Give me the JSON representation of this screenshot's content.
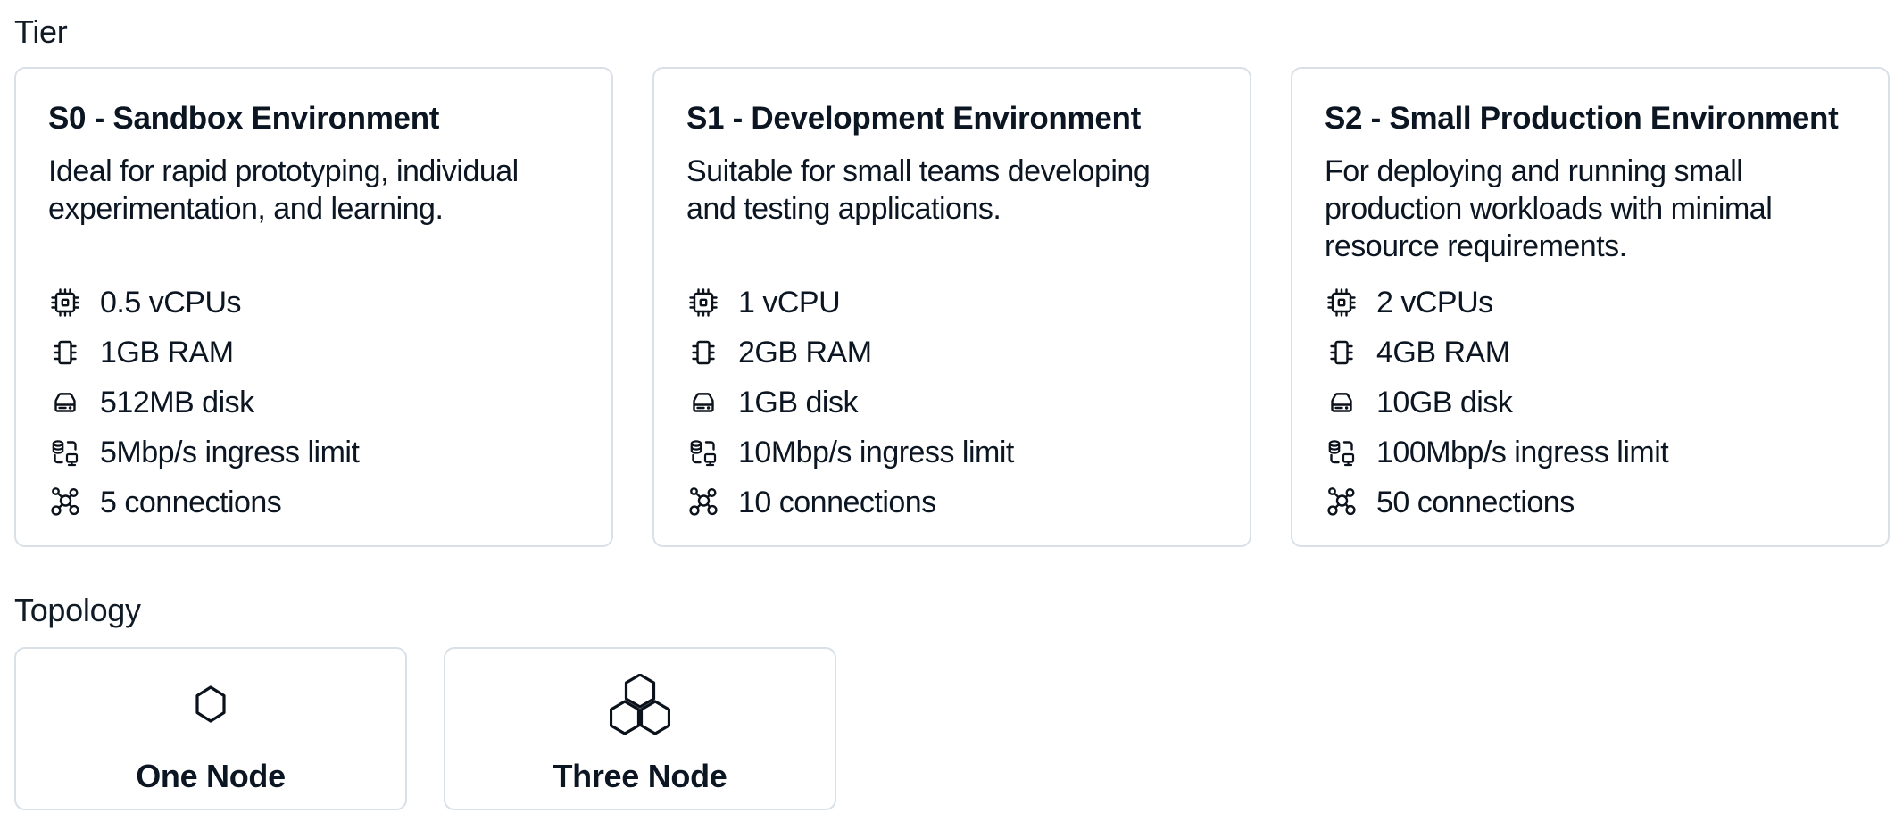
{
  "colors": {
    "background": "#ffffff",
    "card_border": "#d9e0e7",
    "text": "#101b26",
    "icon_stroke": "#0b121b"
  },
  "sections": {
    "tier": {
      "label": "Tier",
      "cards": [
        {
          "title": "S0 - Sandbox Environment",
          "description": "Ideal for rapid prototyping, individual\nexperimentation, and learning.",
          "specs": [
            {
              "icon": "cpu-icon",
              "text": "0.5 vCPUs"
            },
            {
              "icon": "ram-icon",
              "text": "1GB RAM"
            },
            {
              "icon": "disk-icon",
              "text": "512MB disk"
            },
            {
              "icon": "ingress-icon",
              "text": "5Mbp/s ingress limit"
            },
            {
              "icon": "connections-icon",
              "text": "5 connections"
            }
          ]
        },
        {
          "title": "S1 - Development Environment",
          "description": "Suitable for small teams developing\nand testing applications.",
          "specs": [
            {
              "icon": "cpu-icon",
              "text": "1 vCPU"
            },
            {
              "icon": "ram-icon",
              "text": "2GB RAM"
            },
            {
              "icon": "disk-icon",
              "text": "1GB disk"
            },
            {
              "icon": "ingress-icon",
              "text": "10Mbp/s ingress limit"
            },
            {
              "icon": "connections-icon",
              "text": "10 connections"
            }
          ]
        },
        {
          "title": "S2 - Small Production Environment",
          "description": "For deploying and running small\nproduction workloads with minimal\nresource requirements.",
          "specs": [
            {
              "icon": "cpu-icon",
              "text": "2 vCPUs"
            },
            {
              "icon": "ram-icon",
              "text": "4GB RAM"
            },
            {
              "icon": "disk-icon",
              "text": "10GB disk"
            },
            {
              "icon": "ingress-icon",
              "text": "100Mbp/s ingress limit"
            },
            {
              "icon": "connections-icon",
              "text": "50 connections"
            }
          ]
        }
      ]
    },
    "topology": {
      "label": "Topology",
      "options": [
        {
          "icon": "one-node-icon",
          "label": "One Node"
        },
        {
          "icon": "three-node-icon",
          "label": "Three Node"
        }
      ]
    }
  }
}
